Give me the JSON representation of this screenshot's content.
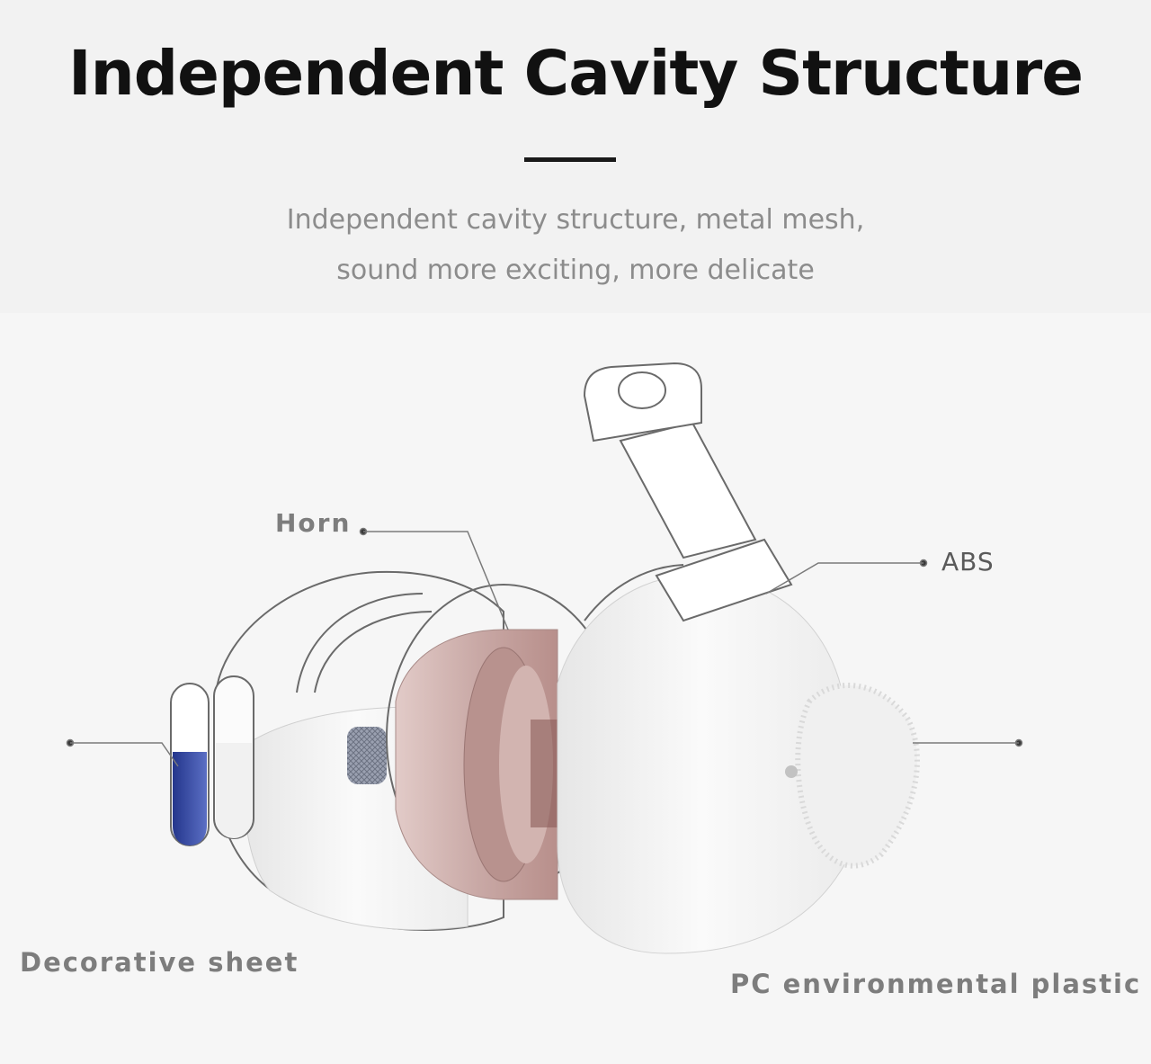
{
  "header": {
    "title": "Independent Cavity Structure",
    "subtitle_line1": "Independent cavity structure, metal mesh,",
    "subtitle_line2": "sound more exciting, more delicate"
  },
  "callouts": {
    "horn": "Horn",
    "abs": "ABS",
    "decorative_sheet": "Decorative sheet",
    "pc_plastic": "PC environmental plastic"
  },
  "colors": {
    "title": "#111111",
    "subtitle": "#8c8c8c",
    "callout": "#7d7d7d",
    "mesh_blue": "#3a4fa8",
    "driver_rose": "#c9a9a6"
  }
}
